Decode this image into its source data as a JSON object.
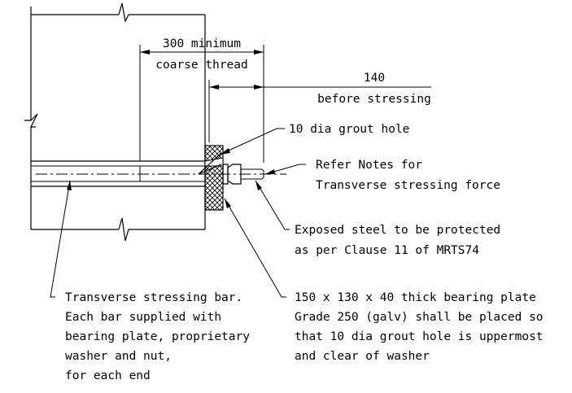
{
  "dimensions": {
    "coarse_thread_top": "300 minimum",
    "coarse_thread_bottom": "coarse thread",
    "before_stressing_top": "140",
    "before_stressing_bottom": "before stressing"
  },
  "callouts": {
    "grout_hole": "10 dia grout hole",
    "refer_notes": [
      "Refer Notes for",
      "Transverse stressing force"
    ],
    "exposed_steel": [
      "Exposed steel to be protected",
      "as per Clause 11 of MRTS74"
    ],
    "stressing_bar": [
      "Transverse stressing bar.",
      "Each bar supplied with",
      "bearing plate, proprietary",
      "washer and nut,",
      "for each end"
    ],
    "bearing_plate": [
      "150 x 130 x 40 thick bearing plate",
      "Grade 250 (galv) shall be placed so",
      "that 10 dia grout hole is uppermost",
      "and clear of washer"
    ]
  }
}
